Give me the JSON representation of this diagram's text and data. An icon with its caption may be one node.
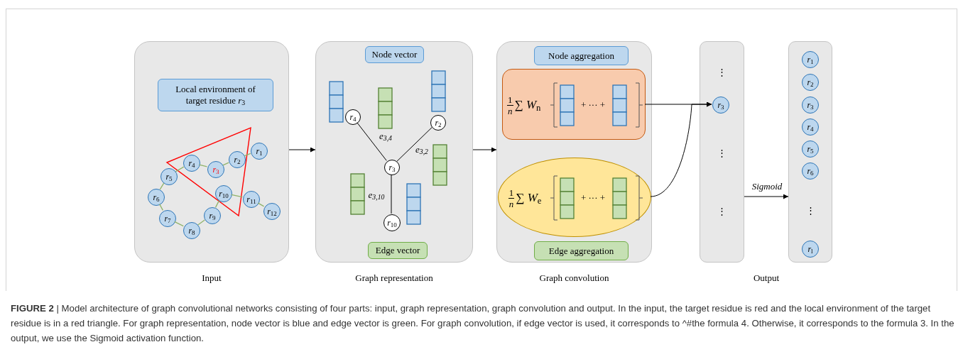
{
  "diagram": {
    "caption": "**FIGURE 2** | Model architecture of graph convolutional networks consisting of four parts: input, graph representation, graph convolution and output. In the input, the target residue is red and the local environment of the target residue is in a red triangle. For graph representation, node vector is blue and edge vector is green. For graph convolution, if edge vector is used, it corresponds to ^#the formula 4. Otherwise, it corresponds to the formula 3. In the output, we use the Sigmoid activation function.",
    "nodes": [
      {
        "text": [],
        "shape": "box",
        "beside": [
          "Input"
        ]
      },
      {
        "text": [
          "Local environment of target residue *r*$_{3}$"
        ],
        "in": 0
      },
      {
        "text": [
          "*r*$_{1}$"
        ],
        "in": 0
      },
      {
        "text": [
          "*r*$_{2}$"
        ],
        "in": 0
      },
      {
        "text": [
          "*r*$_{3}$"
        ],
        "in": 0
      },
      {
        "text": [
          "*r*$_{4}$"
        ],
        "in": 0
      },
      {
        "text": [
          "*r*$_{5}$"
        ],
        "in": 0
      },
      {
        "text": [
          "*r*$_{6}$"
        ],
        "in": 0
      },
      {
        "text": [
          "*r*$_{7}$"
        ],
        "in": 0
      },
      {
        "text": [
          "*r*$_{8}$"
        ],
        "in": 0
      },
      {
        "text": [
          "*r*$_{9}$"
        ],
        "in": 0
      },
      {
        "text": [
          "*r*$_{10}$"
        ],
        "in": 0
      },
      {
        "text": [
          "*r*$_{11}$"
        ],
        "in": 0
      },
      {
        "text": [
          "*r*$_{12}$"
        ],
        "in": 0
      },
      {
        "text": [],
        "shape": "box",
        "beside": [
          "Graph representation"
        ]
      },
      {
        "text": [
          "Node vector"
        ],
        "in": 14
      },
      {
        "text": [
          "*r*$_{4}$"
        ],
        "in": 14
      },
      {
        "text": [
          "*r*$_{2}$"
        ],
        "in": 14
      },
      {
        "text": [
          "*r*$_{3}$"
        ],
        "in": 14
      },
      {
        "text": [
          "*r*$_{10}$"
        ],
        "in": 14
      },
      {
        "text": [
          "Edge vector"
        ],
        "in": 14
      },
      {
        "text": [],
        "shape": "box",
        "beside": [
          "Graph convolution"
        ]
      },
      {
        "text": [
          "Node aggregation"
        ],
        "in": 21
      },
      {
        "text": [
          "1",
          "n",
          "∑ *W*$_{n}$",
          "+ ··· +"
        ],
        "in": 21
      },
      {
        "text": [
          "1",
          "n",
          "∑ *W*$_{e}$",
          "+ ··· +"
        ],
        "in": 21
      },
      {
        "text": [
          "Edge aggregation"
        ],
        "in": 21
      },
      {
        "text": [],
        "shape": "box"
      },
      {
        "text": [
          "*r*$_{3}$"
        ],
        "in": 26
      },
      {
        "text": [],
        "shape": "box"
      },
      {
        "text": [
          "*r*$_{1}$"
        ],
        "in": 28
      },
      {
        "text": [
          "*r*$_{2}$"
        ],
        "in": 28
      },
      {
        "text": [
          "*r*$_{3}$"
        ],
        "in": 28
      },
      {
        "text": [
          "*r*$_{4}$"
        ],
        "in": 28
      },
      {
        "text": [
          "*r*$_{5}$"
        ],
        "in": 28
      },
      {
        "text": [
          "*r*$_{6}$"
        ],
        "in": 28
      },
      {
        "text": [
          "*r*$_{l}$"
        ],
        "in": 28
      }
    ],
    "edges": [
      {
        "from": 2,
        "to": 3,
        "arrow": "none"
      },
      {
        "from": 3,
        "to": 4,
        "arrow": "none"
      },
      {
        "from": 4,
        "to": 5,
        "arrow": "none"
      },
      {
        "from": 5,
        "to": 6,
        "arrow": "none"
      },
      {
        "from": 6,
        "to": 7,
        "arrow": "none"
      },
      {
        "from": 7,
        "to": 8,
        "arrow": "none"
      },
      {
        "from": 8,
        "to": 9,
        "arrow": "none"
      },
      {
        "from": 9,
        "to": 10,
        "arrow": "none"
      },
      {
        "from": 10,
        "to": 11,
        "arrow": "none"
      },
      {
        "from": 11,
        "to": 12,
        "arrow": "none"
      },
      {
        "from": 12,
        "to": 13,
        "arrow": "none"
      },
      {
        "from": 0,
        "to": 14,
        "arrow": "to",
        "color": "#000000"
      },
      {
        "from": 18,
        "to": 16,
        "arrow": "none",
        "label": "e$_{3,4}$",
        "color": "#000000"
      },
      {
        "from": 18,
        "to": 17,
        "arrow": "none",
        "label": "e$_{3,2}$",
        "color": "#000000"
      },
      {
        "from": 18,
        "to": 19,
        "arrow": "none",
        "label": "e$_{3,10}$",
        "color": "#000000"
      },
      {
        "from": 14,
        "to": 21,
        "arrow": "to",
        "color": "#000000"
      },
      {
        "from": 23,
        "to": 27,
        "arrow": "to",
        "color": "#000000"
      },
      {
        "from": 24,
        "to": 27,
        "arrow": "to",
        "color": "#000000"
      },
      {
        "from": 26,
        "to": 28,
        "arrow": "to",
        "label": "Sigmoid",
        "color": "#000000"
      }
    ],
    "labels": [
      "⋮",
      "⋮",
      "⋮",
      "⋮",
      "Output"
    ]
  }
}
